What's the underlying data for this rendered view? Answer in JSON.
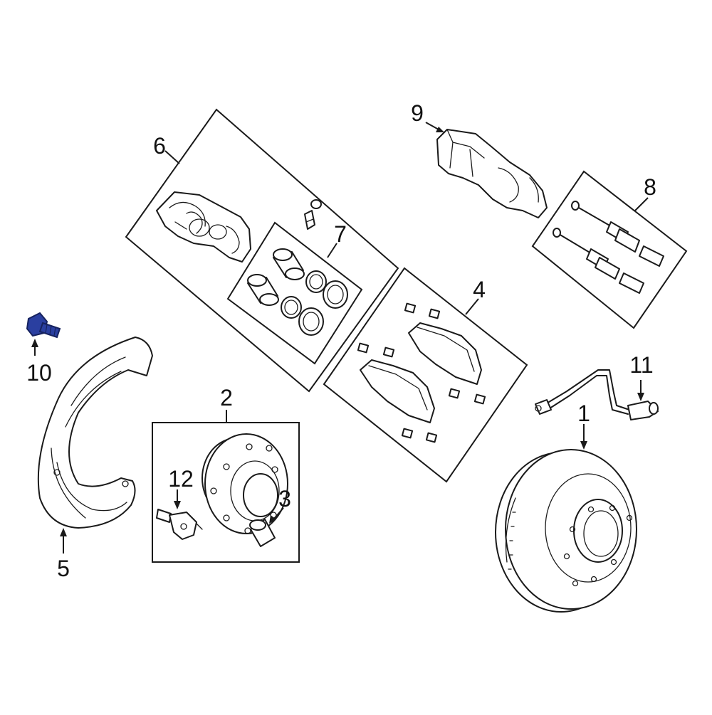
{
  "callouts": [
    {
      "id": "1",
      "label": "1"
    },
    {
      "id": "2",
      "label": "2"
    },
    {
      "id": "3",
      "label": "3"
    },
    {
      "id": "4",
      "label": "4"
    },
    {
      "id": "5",
      "label": "5"
    },
    {
      "id": "6",
      "label": "6"
    },
    {
      "id": "7",
      "label": "7"
    },
    {
      "id": "8",
      "label": "8"
    },
    {
      "id": "9",
      "label": "9"
    },
    {
      "id": "10",
      "label": "10"
    },
    {
      "id": "11",
      "label": "11"
    },
    {
      "id": "12",
      "label": "12"
    }
  ],
  "colors": {
    "line": "#1a1a1a",
    "highlight": "#2a3fa0",
    "highlight_dark": "#16225e",
    "background": "#ffffff"
  },
  "highlighted_part": "10"
}
